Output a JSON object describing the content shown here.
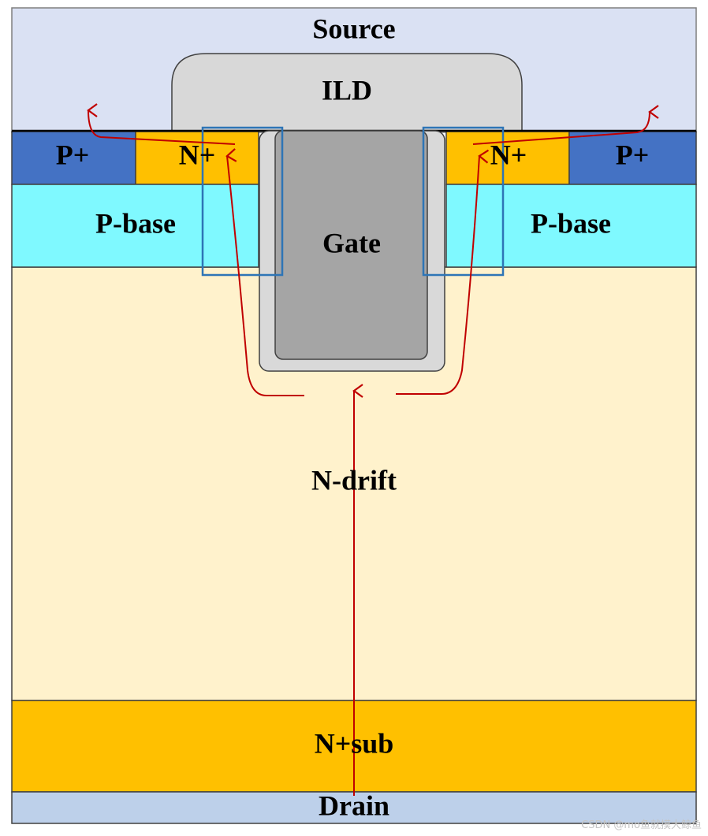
{
  "regions": {
    "source": "Source",
    "ild": "ILD",
    "p_plus_left": "P+",
    "n_plus_left": "N+",
    "n_plus_right": "N+",
    "p_plus_right": "P+",
    "p_base_left": "P-base",
    "p_base_right": "P-base",
    "gate": "Gate",
    "n_drift": "N-drift",
    "n_plus_sub": "N+sub",
    "drain": "Drain"
  },
  "watermark": "CSDN @mo鱼就摸大鲸鱼",
  "colors": {
    "source": "#dae1f3",
    "ild": "#d8d8d8",
    "p_plus": "#4472c4",
    "n_plus": "#ffc000",
    "p_base": "#7ff9ff",
    "gate_oxide": "#d9d9d9",
    "gate": "#a5a5a5",
    "n_drift": "#fff2cc",
    "n_plus_sub": "#ffc000",
    "drain": "#bdd0ea",
    "current_path": "#c00000",
    "channel_box": "#2e75b6"
  }
}
